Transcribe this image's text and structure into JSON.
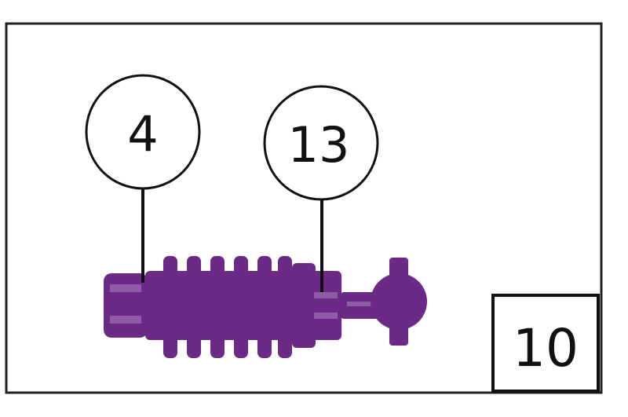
{
  "diagram": {
    "callouts": [
      {
        "id": "callout-4",
        "label": "4"
      },
      {
        "id": "callout-13",
        "label": "13"
      }
    ],
    "figure_number": "10",
    "colors": {
      "part": "#6a2a85",
      "part_highlight": "#8f5aa8",
      "line": "#111111",
      "background": "#ffffff"
    }
  }
}
